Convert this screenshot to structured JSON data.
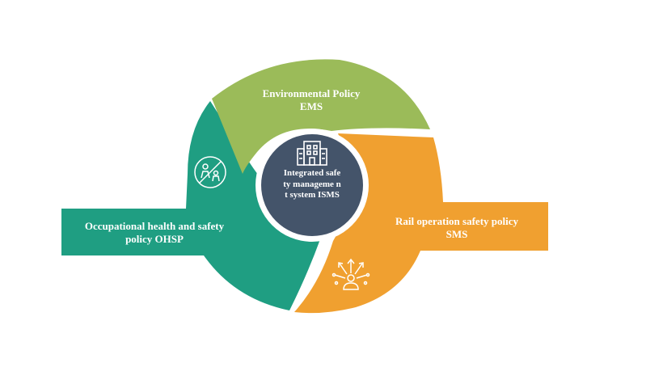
{
  "colors": {
    "environmental": "#9bbb59",
    "rail": "#f0a030",
    "occupational": "#1f9e82",
    "center": "#44546a",
    "background": "#ffffff"
  },
  "segments": {
    "environmental": {
      "line1": "Environmental Policy",
      "line2": "EMS"
    },
    "rail": {
      "line1": "Rail operation safety policy",
      "line2": "SMS"
    },
    "occupational": {
      "line1": "Occupational health and safety",
      "line2": "policy OHSP"
    }
  },
  "center": {
    "title": "Integrated safety manageme nt system ISMS",
    "icon": "building-icon"
  },
  "icons": {
    "occupational": "no-person-warning-icon",
    "rail": "person-arrows-icon"
  }
}
